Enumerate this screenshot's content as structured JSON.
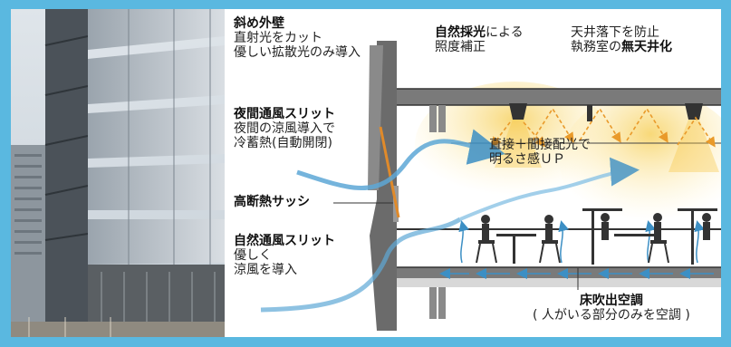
{
  "labels": {
    "slanted_wall": {
      "title": "斜め外壁",
      "line1": "直射光をカット",
      "line2": "優しい拡散光のみ導入"
    },
    "night_slit": {
      "title": "夜間通風スリット",
      "line1": "夜間の涼風導入で",
      "line2": "冷蓄熱(自動開閉)"
    },
    "sash": {
      "title": "高断熱サッシ"
    },
    "natural_slit": {
      "title": "自然通風スリット",
      "line1": "優しく",
      "line2": "涼風を導入"
    },
    "daylight": {
      "bold": "自然採光",
      "rest": "による",
      "line2": "照度補正"
    },
    "ceiling": {
      "line1": "天井落下を防止",
      "line2_pre": "執務室の",
      "line2_bold": "無天井化"
    },
    "lighting": {
      "line1": "直接＋間接配光で",
      "line2": "明るさ感ＵＰ"
    },
    "floor_ac": {
      "title": "床吹出空調",
      "line2": "( 人がいる部分のみを空調 )"
    }
  },
  "colors": {
    "frame": "#5ab8e0",
    "structure": "#6b6b6b",
    "airflow": "#5ea8d6",
    "light": "#f5c43a",
    "sash_line": "#e08a2a"
  }
}
